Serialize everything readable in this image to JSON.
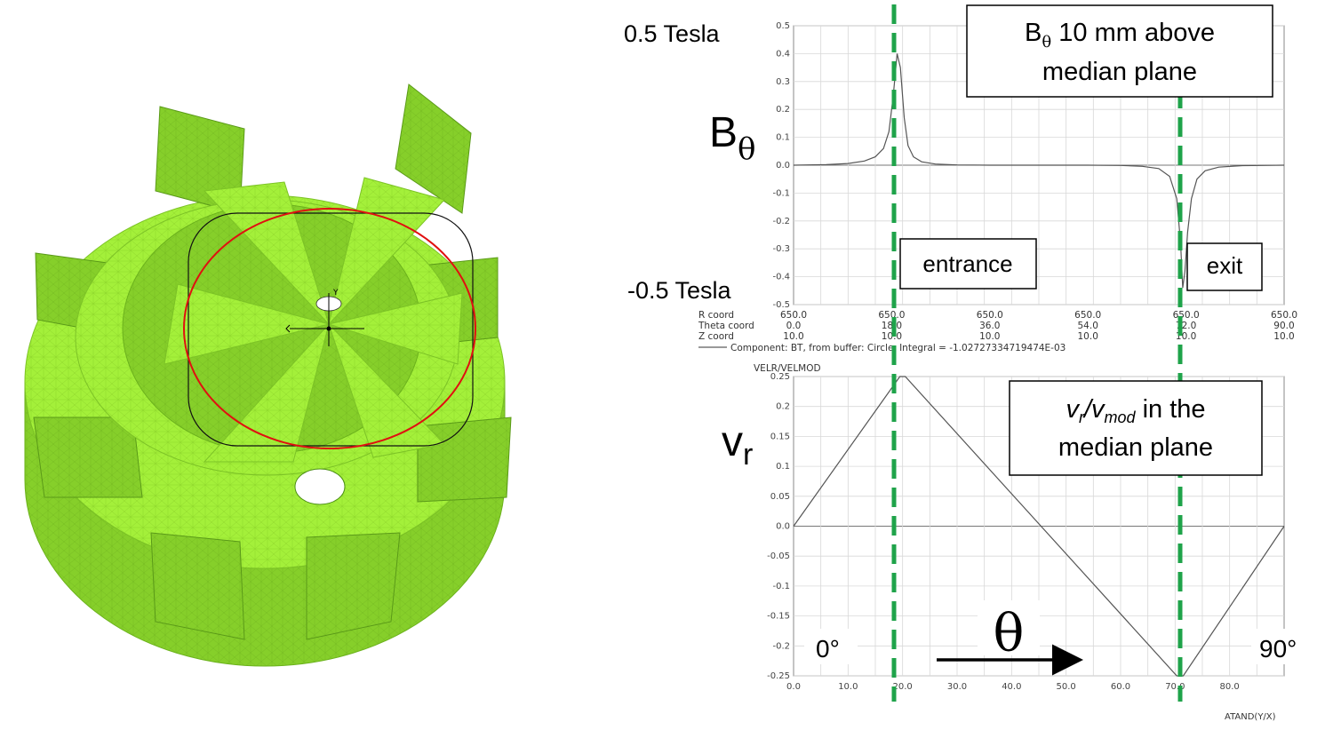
{
  "colors": {
    "mesh_green": "#a4f03a",
    "mesh_dark": "#6bb21c",
    "orbit_red": "#e01010",
    "marker_green": "#1fa34a",
    "curve": "#555555"
  },
  "model": {
    "axis_y": "Y"
  },
  "labels": {
    "top_tesla": "0.5 Tesla",
    "bottom_tesla": "-0.5 Tesla",
    "b_symbol": "B",
    "b_sub": "θ",
    "v_symbol": "v",
    "v_sub": "r",
    "box1_line1_main": "B",
    "box1_line1_sub": "θ",
    "box1_line1_rest": " 10 mm above",
    "box1_line2": "median plane",
    "entrance": "entrance",
    "exit": "exit",
    "box2_v": "v",
    "box2_r": "r",
    "box2_slash": "/v",
    "box2_mod": "mod",
    "box2_rest": " in the",
    "box2_line2": "median plane",
    "theta": "θ",
    "deg0": "0°",
    "deg90": "90°"
  },
  "chart_data": [
    {
      "type": "line",
      "ylim": [
        -0.5,
        0.5
      ],
      "xlim": [
        0,
        90
      ],
      "yticks": [
        "0.5",
        "0.4",
        "0.3",
        "0.2",
        "0.1",
        "0.0",
        "-0.1",
        "-0.2",
        "-0.3",
        "-0.4",
        "-0.5"
      ],
      "grid": true,
      "table": {
        "rows": [
          {
            "label": "R coord",
            "values": [
              "650.0",
              "650.0",
              "650.0",
              "650.0",
              "650.0",
              "650.0"
            ]
          },
          {
            "label": "Theta coord",
            "values": [
              "0.0",
              "18.0",
              "36.0",
              "54.0",
              "72.0",
              "90.0"
            ]
          },
          {
            "label": "Z coord",
            "values": [
              "10.0",
              "10.0",
              "10.0",
              "10.0",
              "10.0",
              "10.0"
            ]
          }
        ],
        "footer": "Component: BT, from buffer: Circle, Integral = -1.02727334719474E-03"
      },
      "series": [
        {
          "x": [
            0,
            6,
            10,
            13,
            15,
            16.5,
            17.5,
            18.3,
            19,
            19.6,
            20.3,
            21,
            22,
            23.5,
            26,
            30,
            36,
            44,
            54,
            60,
            64,
            67,
            69,
            70.3,
            71,
            71.4,
            71.8,
            72.3,
            73,
            74,
            75.5,
            78,
            82,
            90
          ],
          "y": [
            0,
            0.002,
            0.006,
            0.015,
            0.03,
            0.06,
            0.12,
            0.25,
            0.4,
            0.35,
            0.17,
            0.07,
            0.03,
            0.012,
            0.004,
            0.001,
            0,
            0,
            0,
            -0.001,
            -0.004,
            -0.012,
            -0.04,
            -0.12,
            -0.28,
            -0.44,
            -0.38,
            -0.24,
            -0.12,
            -0.05,
            -0.02,
            -0.007,
            -0.002,
            0
          ]
        }
      ]
    },
    {
      "type": "line",
      "ylabel": "VELR/VELMOD",
      "xlabel": "ATAND(Y/X)",
      "ylim": [
        -0.25,
        0.25
      ],
      "xlim": [
        0,
        90
      ],
      "yticks": [
        "0.25",
        "0.2",
        "0.15",
        "0.1",
        "0.05",
        "0.0",
        "-0.05",
        "-0.1",
        "-0.15",
        "-0.2",
        "-0.25"
      ],
      "xticks": [
        "0.0",
        "10.0",
        "20.0",
        "30.0",
        "40.0",
        "50.0",
        "60.0",
        "70.0",
        "80.0"
      ],
      "grid": true,
      "series": [
        {
          "x": [
            0,
            19.5,
            20.5,
            70.3,
            71.5,
            90
          ],
          "y": [
            0,
            0.25,
            0.25,
            -0.25,
            -0.25,
            0
          ]
        }
      ]
    }
  ]
}
